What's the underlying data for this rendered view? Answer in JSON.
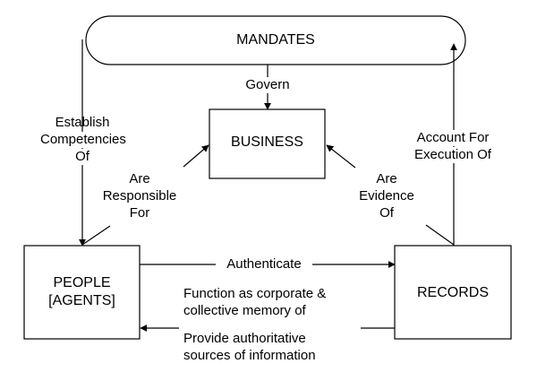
{
  "nodes": {
    "mandates": "MANDATES",
    "business": "BUSINESS",
    "people_line1": "PEOPLE",
    "people_line2": "[AGENTS]",
    "records": "RECORDS"
  },
  "edges": {
    "govern": "Govern",
    "establish": [
      "Establish",
      "Competencies",
      "Of"
    ],
    "responsible": [
      "Are",
      "Responsible",
      "For"
    ],
    "evidence": [
      "Are",
      "Evidence",
      "Of"
    ],
    "account": [
      "Account For",
      "Execution Of"
    ],
    "authenticate": "Authenticate",
    "memory": [
      "Function as corporate &",
      "collective memory of"
    ],
    "sources": [
      "Provide authoritative",
      "sources of information"
    ]
  },
  "colors": {
    "stroke": "#000000",
    "background": "#ffffff"
  }
}
